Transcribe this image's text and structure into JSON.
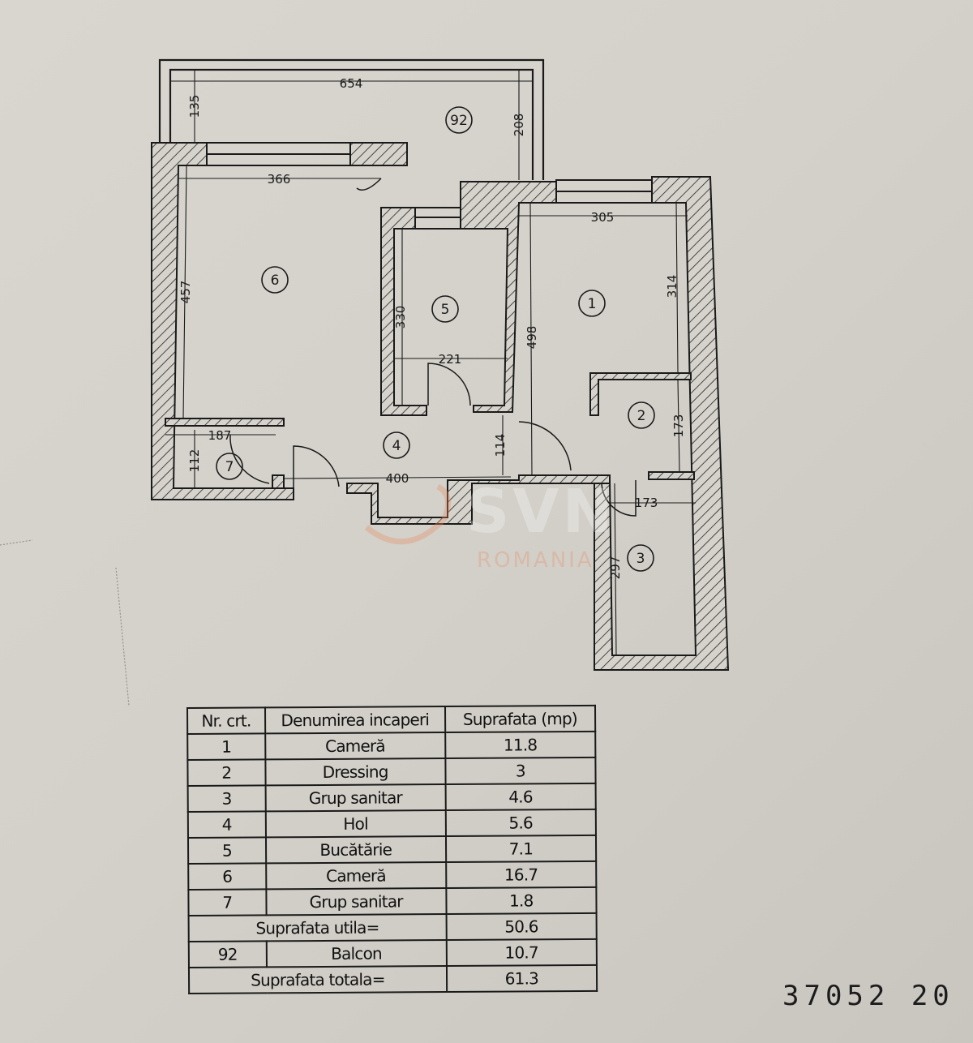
{
  "plan": {
    "rooms": [
      {
        "id": "92",
        "label": "92"
      },
      {
        "id": "1",
        "label": "1"
      },
      {
        "id": "2",
        "label": "2"
      },
      {
        "id": "3",
        "label": "3"
      },
      {
        "id": "4",
        "label": "4"
      },
      {
        "id": "5",
        "label": "5"
      },
      {
        "id": "6",
        "label": "6"
      },
      {
        "id": "7",
        "label": "7"
      }
    ],
    "dimensions": {
      "balcony_width": "654",
      "balcony_depth_left": "135",
      "balcony_depth_right": "208",
      "room6_width": "366",
      "room6_depth": "457",
      "room5_depth": "330",
      "room5_width": "221",
      "room1_width": "305",
      "room1_depth": "314",
      "hall_depth": "498",
      "room2_depth": "173",
      "room3_width": "173",
      "room3_depth": "297",
      "hall_width": "400",
      "hall_entry": "114",
      "room7_width": "187",
      "room7_depth": "112"
    }
  },
  "watermark": {
    "brand": "SVN",
    "country": "ROMANIA"
  },
  "table": {
    "headers": [
      "Nr. crt.",
      "Denumirea incaperi",
      "Suprafata (mp)"
    ],
    "rows": [
      {
        "nr": "1",
        "name": "Cameră",
        "area": "11.8"
      },
      {
        "nr": "2",
        "name": "Dressing",
        "area": "3"
      },
      {
        "nr": "3",
        "name": "Grup sanitar",
        "area": "4.6"
      },
      {
        "nr": "4",
        "name": "Hol",
        "area": "5.6"
      },
      {
        "nr": "5",
        "name": "Bucătărie",
        "area": "7.1"
      },
      {
        "nr": "6",
        "name": "Cameră",
        "area": "16.7"
      },
      {
        "nr": "7",
        "name": "Grup sanitar",
        "area": "1.8"
      }
    ],
    "useful_area": {
      "label": "Suprafata utila=",
      "value": "50.6"
    },
    "balcony": {
      "nr": "92",
      "name": "Balcon",
      "area": "10.7"
    },
    "total_area": {
      "label": "Suprafata totala=",
      "value": "61.3"
    }
  },
  "stamp": {
    "text": "37052 20"
  }
}
